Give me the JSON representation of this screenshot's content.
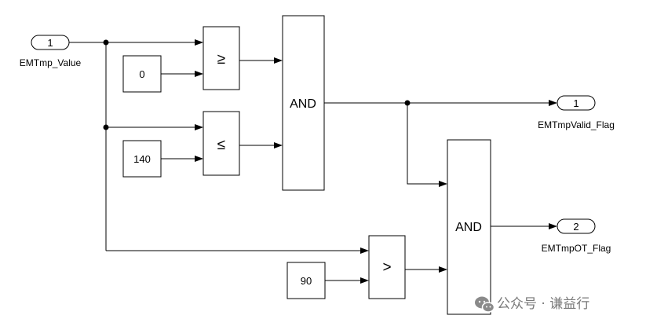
{
  "inports": [
    {
      "number": "1",
      "name": "EMTmp_Value"
    }
  ],
  "constants": [
    {
      "value": "0"
    },
    {
      "value": "140"
    },
    {
      "value": "90"
    }
  ],
  "relational_operators": [
    {
      "symbol": "≥"
    },
    {
      "symbol": "≤"
    },
    {
      "symbol": ">"
    }
  ],
  "logic_blocks": [
    {
      "label": "AND"
    },
    {
      "label": "AND"
    }
  ],
  "outports": [
    {
      "number": "1",
      "name": "EMTmpValid_Flag"
    },
    {
      "number": "2",
      "name": "EMTmpOT_Flag"
    }
  ],
  "watermark": {
    "text": "公众号 · 谦益行"
  }
}
